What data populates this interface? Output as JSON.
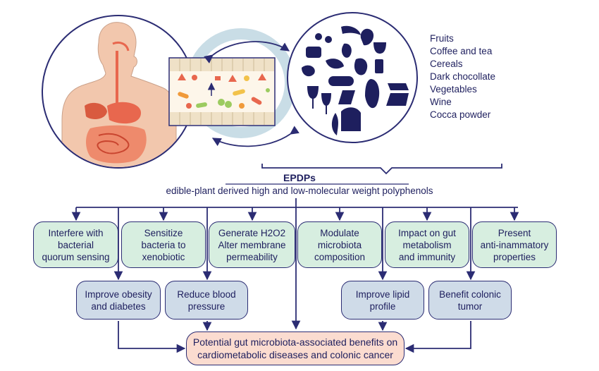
{
  "foods": [
    "Fruits",
    "Coffee and tea",
    "Cereals",
    "Dark chocollate",
    "Vegetables",
    "Wine",
    "Cocca powder"
  ],
  "epdps": {
    "title": "EPDPs",
    "subtitle": "edible-plant derived high and low-molecular weight polyphenols"
  },
  "mechanisms": [
    [
      "Interfere with",
      "bacterial",
      "quorum sensing"
    ],
    [
      "Sensitize",
      "bacteria to",
      "xenobiotic"
    ],
    [
      "Generate H2O2",
      "Alter membrane",
      "permeability"
    ],
    [
      "Modulate",
      "microbiota",
      "composition"
    ],
    [
      "Impact on gut",
      "metabolism",
      "and immunity"
    ],
    [
      "Present",
      "anti-inammatory",
      "properties"
    ]
  ],
  "effects": [
    [
      "Improve obesity",
      "and diabetes"
    ],
    [
      "Reduce blood",
      "pressure"
    ],
    [
      "Improve lipid",
      "profile"
    ],
    [
      "Benefit colonic",
      "tumor"
    ]
  ],
  "outcome": [
    "Potential gut microbiota-associated benefits on",
    "cardiometabolic diseases and colonic cancer"
  ],
  "colors": {
    "navy": "#2b2c73",
    "mechanism_fill": "#d7eee0",
    "effect_fill": "#cfdbe8",
    "outcome_fill": "#fbdcd0",
    "cycle_ring": "#c9dde6",
    "body_skin": "#f2c7ad",
    "organs": "#e8674e"
  }
}
